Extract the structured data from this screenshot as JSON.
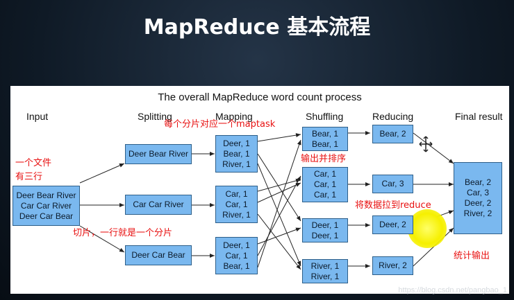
{
  "slide_title": "MapReduce 基本流程",
  "diagram": {
    "title": "The overall MapReduce word count process",
    "stages": [
      "Input",
      "Splitting",
      "Mapping",
      "Shuffling",
      "Reducing",
      "Final result"
    ],
    "input": [
      "Deer Bear River",
      "Car Car River",
      "Deer Car Bear"
    ],
    "splits": [
      "Deer Bear River",
      "Car Car River",
      "Deer Car Bear"
    ],
    "mapping": [
      [
        "Deer, 1",
        "Bear, 1",
        "River, 1"
      ],
      [
        "Car, 1",
        "Car, 1",
        "River, 1"
      ],
      [
        "Deer, 1",
        "Car, 1",
        "Bear, 1"
      ]
    ],
    "shuffling": [
      [
        "Bear, 1",
        "Bear, 1"
      ],
      [
        "Car, 1",
        "Car, 1",
        "Car, 1"
      ],
      [
        "Deer, 1",
        "Deer, 1"
      ],
      [
        "River, 1",
        "River, 1"
      ]
    ],
    "reducing": [
      "Bear, 2",
      "Car, 3",
      "Deer, 2",
      "River, 2"
    ],
    "final": [
      "Bear, 2",
      "Car, 3",
      "Deer, 2",
      "River, 2"
    ]
  },
  "annotations": {
    "input_note_1": "一个文件",
    "input_note_2": "有三行",
    "split_note": "切片，一行就是一个分片",
    "map_note": "每个分片对应一个maptask",
    "shuffle_note": "输出并排序",
    "reduce_note": "将数据拉到reduce",
    "final_note": "统计输出"
  },
  "watermark": "https://blog.csdn.net/pangbao_1",
  "colors": {
    "box_fill": "#7ab8ef",
    "box_border": "#2d5e88",
    "note_red": "#e81010",
    "highlight": "#f6f000"
  }
}
